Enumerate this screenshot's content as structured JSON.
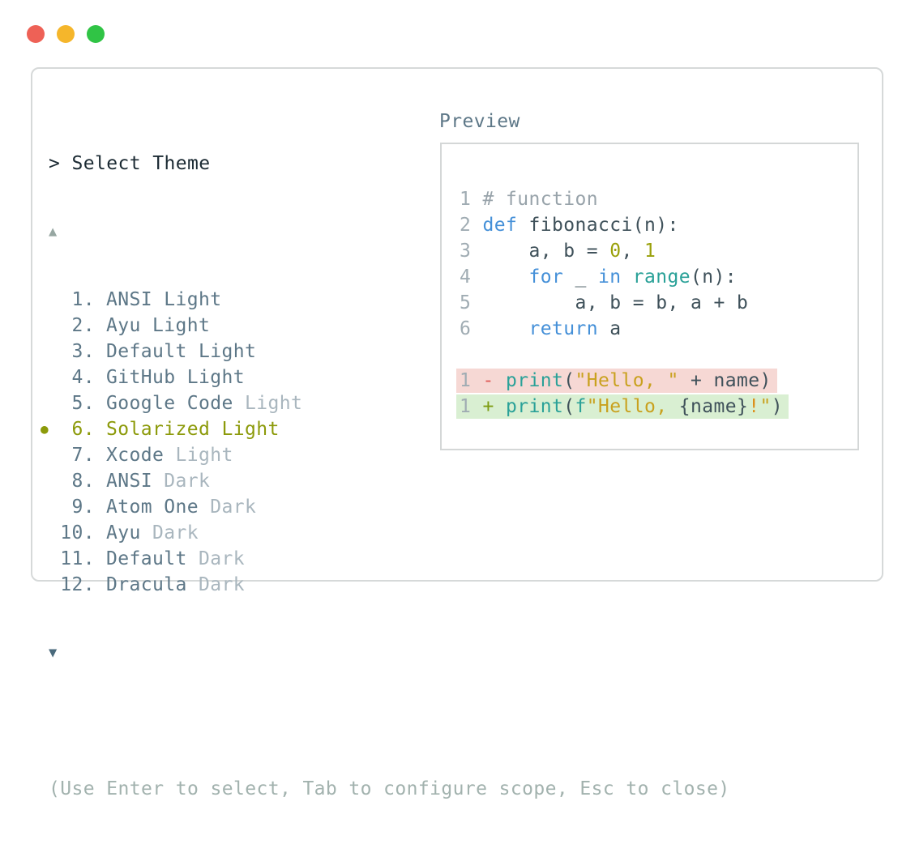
{
  "window": {
    "traffic_lights": [
      {
        "name": "close",
        "color": "#ee6156"
      },
      {
        "name": "minimize",
        "color": "#f5b62b"
      },
      {
        "name": "maximize",
        "color": "#30c445"
      }
    ]
  },
  "palette": {
    "border": "#d6d9d9",
    "preview_border": "#d4d7d7",
    "prompt": "#1b2a33",
    "list": "#5d7787",
    "muted": "#a9b6be",
    "selected": "#8c9a0a",
    "arrow_up": "#97a7a2",
    "arrow_down": "#4a6a7c",
    "hint": "#a2b2ae",
    "title": "#5d7787",
    "lineno": "#a0acb3",
    "comment": "#98a3aa",
    "keyword": "#4590d8",
    "text": "#3f515a",
    "number": "#99a00a",
    "builtin": "#2aa198",
    "string": "#c9a11e",
    "orange": "#dc8c15",
    "minus": "#e05c59",
    "plus": "#7d9c12",
    "removed_bg": "#f6d8d4",
    "added_bg": "#d9efd2"
  },
  "selector": {
    "prompt": "> Select Theme",
    "scroll_up_indicator": "▲",
    "scroll_down_indicator": "▼",
    "selected_indicator": "●",
    "items": [
      {
        "number": "1.",
        "label": "ANSI Light",
        "suffix": "",
        "selected": false
      },
      {
        "number": "2.",
        "label": "Ayu Light",
        "suffix": "",
        "selected": false
      },
      {
        "number": "3.",
        "label": "Default Light",
        "suffix": "",
        "selected": false
      },
      {
        "number": "4.",
        "label": "GitHub Light",
        "suffix": "",
        "selected": false
      },
      {
        "number": "5.",
        "label": "Google Code",
        "suffix": "Light",
        "selected": false
      },
      {
        "number": "6.",
        "label": "Solarized Light",
        "suffix": "",
        "selected": true
      },
      {
        "number": "7.",
        "label": "Xcode",
        "suffix": "Light",
        "selected": false
      },
      {
        "number": "8.",
        "label": "ANSI",
        "suffix": "Dark",
        "selected": false
      },
      {
        "number": "9.",
        "label": "Atom One",
        "suffix": "Dark",
        "selected": false
      },
      {
        "number": "10.",
        "label": "Ayu",
        "suffix": "Dark",
        "selected": false
      },
      {
        "number": "11.",
        "label": "Default",
        "suffix": "Dark",
        "selected": false
      },
      {
        "number": "12.",
        "label": "Dracula",
        "suffix": "Dark",
        "selected": false
      }
    ],
    "hint": "(Use Enter to select, Tab to configure scope, Esc to close)"
  },
  "preview": {
    "title": "Preview",
    "code_lines": [
      {
        "num": "1",
        "tokens": [
          {
            "t": "# function",
            "c": "comment"
          }
        ]
      },
      {
        "num": "2",
        "tokens": [
          {
            "t": "def ",
            "c": "keyword"
          },
          {
            "t": "fibonacci(n):",
            "c": "text"
          }
        ]
      },
      {
        "num": "3",
        "tokens": [
          {
            "t": "    a, b = ",
            "c": "text"
          },
          {
            "t": "0",
            "c": "number"
          },
          {
            "t": ", ",
            "c": "text"
          },
          {
            "t": "1",
            "c": "number"
          }
        ]
      },
      {
        "num": "4",
        "tokens": [
          {
            "t": "    ",
            "c": "text"
          },
          {
            "t": "for",
            "c": "keyword"
          },
          {
            "t": " _ ",
            "c": "text"
          },
          {
            "t": "in",
            "c": "keyword"
          },
          {
            "t": " ",
            "c": "text"
          },
          {
            "t": "range",
            "c": "builtin"
          },
          {
            "t": "(n):",
            "c": "text"
          }
        ]
      },
      {
        "num": "5",
        "tokens": [
          {
            "t": "        a, b = b, a + b",
            "c": "text"
          }
        ]
      },
      {
        "num": "6",
        "tokens": [
          {
            "t": "    ",
            "c": "text"
          },
          {
            "t": "return",
            "c": "keyword"
          },
          {
            "t": " a",
            "c": "text"
          }
        ]
      }
    ],
    "diff_lines": [
      {
        "num": "1",
        "kind": "removed",
        "tokens": [
          {
            "t": "-",
            "c": "minus"
          },
          {
            "t": " ",
            "c": "text"
          },
          {
            "t": "print",
            "c": "builtin"
          },
          {
            "t": "(",
            "c": "text"
          },
          {
            "t": "\"Hello, \"",
            "c": "string"
          },
          {
            "t": " + name)",
            "c": "text"
          }
        ]
      },
      {
        "num": "1",
        "kind": "added",
        "tokens": [
          {
            "t": "+",
            "c": "plus"
          },
          {
            "t": " ",
            "c": "text"
          },
          {
            "t": "print",
            "c": "builtin"
          },
          {
            "t": "(",
            "c": "text"
          },
          {
            "t": "f",
            "c": "builtin"
          },
          {
            "t": "\"Hello, ",
            "c": "string"
          },
          {
            "t": "{name}",
            "c": "text"
          },
          {
            "t": "!",
            "c": "orange"
          },
          {
            "t": "\"",
            "c": "string"
          },
          {
            "t": ")",
            "c": "text"
          }
        ]
      }
    ]
  }
}
